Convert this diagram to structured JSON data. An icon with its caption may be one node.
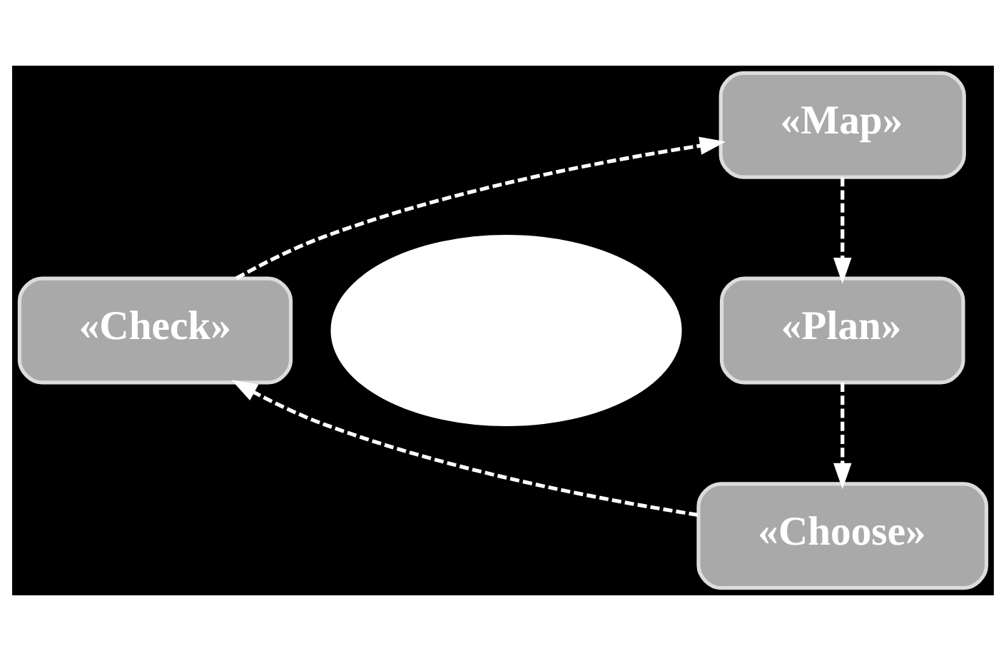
{
  "diagram": {
    "nodes": [
      {
        "text": [
          "«Map»"
        ]
      },
      {
        "text": [
          "«Check»"
        ]
      },
      {
        "text": [],
        "shape": "ellipse"
      },
      {
        "text": [
          "«Plan»"
        ]
      },
      {
        "text": [
          "«Choose»"
        ]
      }
    ],
    "edges": [
      {
        "from": 0,
        "to": 3,
        "arrow": "to",
        "style": "dashed"
      },
      {
        "from": 3,
        "to": 4,
        "arrow": "to",
        "style": "dashed"
      },
      {
        "from": 4,
        "to": 1,
        "arrow": "to",
        "style": "dashed"
      },
      {
        "from": 1,
        "to": 0,
        "arrow": "to",
        "style": "dashed"
      }
    ]
  }
}
